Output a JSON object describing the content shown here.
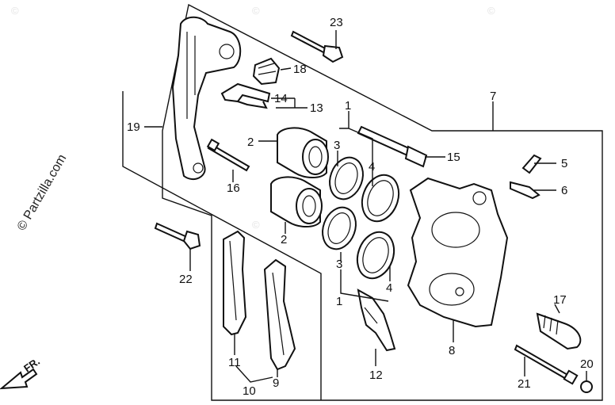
{
  "watermark": {
    "text": "© Partzilla.com",
    "faint": "©"
  },
  "direction": {
    "label": "FR."
  },
  "callouts": {
    "c1a": "1",
    "c1b": "1",
    "c2a": "2",
    "c2b": "2",
    "c3a": "3",
    "c3b": "3",
    "c4a": "4",
    "c4b": "4",
    "c5": "5",
    "c6": "6",
    "c7": "7",
    "c8": "8",
    "c9": "9",
    "c10": "10",
    "c11": "11",
    "c12": "12",
    "c13": "13",
    "c14": "14",
    "c15": "15",
    "c16": "16",
    "c17": "17",
    "c18": "18",
    "c19": "19",
    "c20": "20",
    "c21": "21",
    "c22": "22",
    "c23": "23"
  },
  "colors": {
    "line": "#111111",
    "background": "#ffffff",
    "faint_watermark": "#e3e3e3"
  }
}
